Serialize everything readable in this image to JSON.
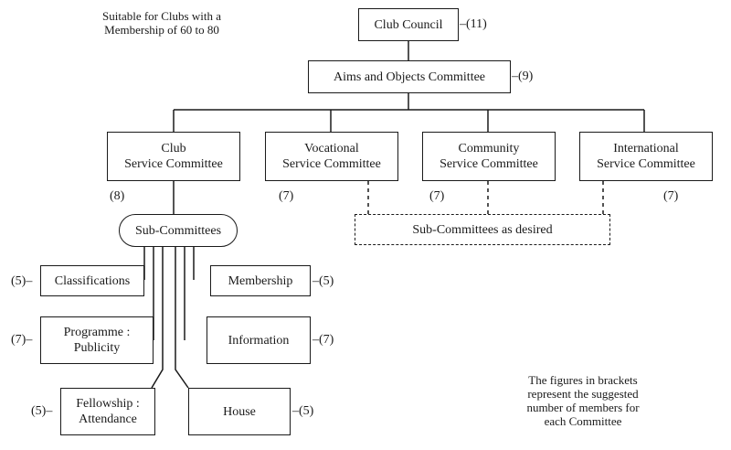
{
  "note_top": [
    "Suitable for Clubs with a",
    "Membership of 60 to 80"
  ],
  "note_bottom": [
    "The figures in brackets",
    "represent the suggested",
    "number of members for",
    "each Committee"
  ],
  "club_council": {
    "label": "Club Council",
    "count": "–(11)"
  },
  "aims_committee": {
    "label": "Aims and Objects Committee",
    "count": "–(9)"
  },
  "service_committees": [
    {
      "lines": [
        "Club",
        "Service Committee"
      ],
      "count": "(8)"
    },
    {
      "lines": [
        "Vocational",
        "Service Committee"
      ],
      "count": "(7)"
    },
    {
      "lines": [
        "Community",
        "Service Committee"
      ],
      "count": "(7)"
    },
    {
      "lines": [
        "International",
        "Service Committee"
      ],
      "count": "(7)"
    }
  ],
  "sub_committees": {
    "label": "Sub-Committees"
  },
  "sub_committees_desired": {
    "label": "Sub-Committees as desired"
  },
  "subs": {
    "classifications": {
      "lines": [
        "Classifications"
      ],
      "count": "(5)–"
    },
    "programme": {
      "lines": [
        "Programme :",
        "Publicity"
      ],
      "count": "(7)–"
    },
    "fellowship": {
      "lines": [
        "Fellowship :",
        "Attendance"
      ],
      "count": "(5)–"
    },
    "membership": {
      "lines": [
        "Membership"
      ],
      "count": "–(5)"
    },
    "information": {
      "lines": [
        "Information"
      ],
      "count": "–(7)"
    },
    "house": {
      "lines": [
        "House"
      ],
      "count": "–(5)"
    }
  }
}
